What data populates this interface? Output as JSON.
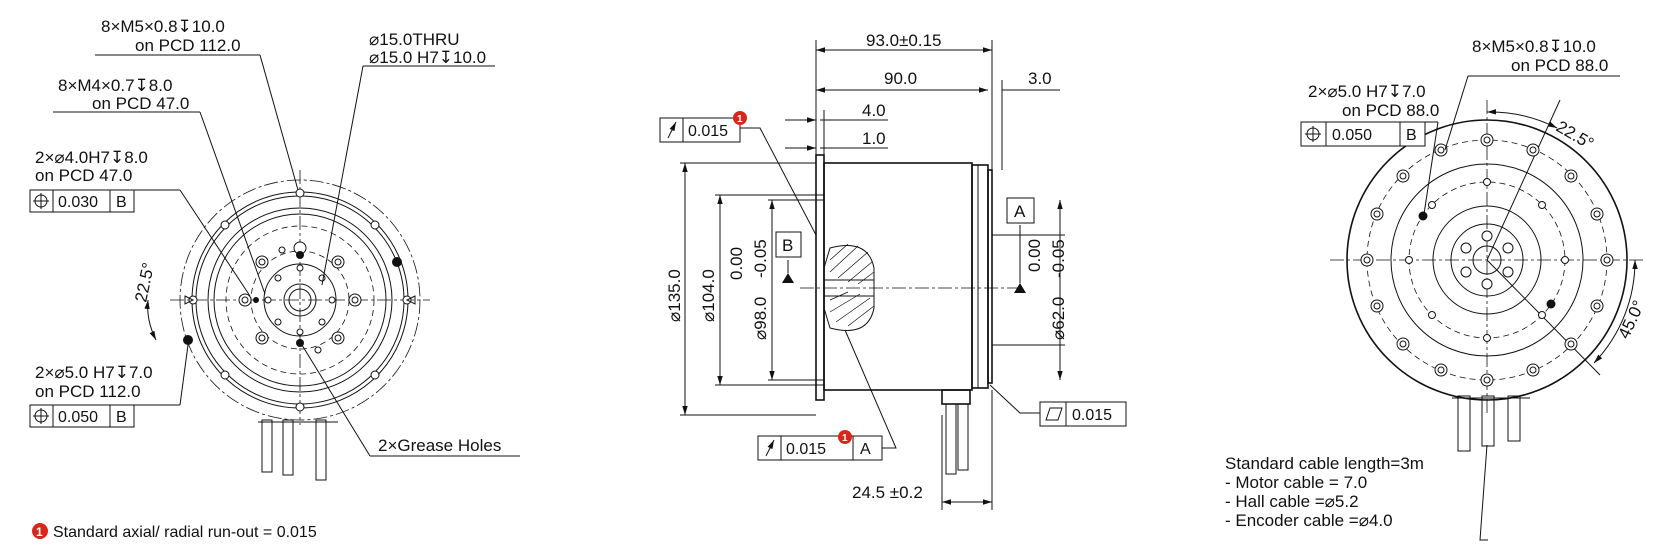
{
  "colors": {
    "line": "#111111",
    "note_badge": "#d9261c",
    "background": "#ffffff"
  },
  "front_view": {
    "m5_label_1": "8×M5×0.8↧10.0",
    "m5_label_2": "on PCD 112.0",
    "m4_label_1": "8×M4×0.7↧8.0",
    "m4_label_2": "on PCD 47.0",
    "thru_label_1": "⌀15.0THRU",
    "thru_label_2": "⌀15.0 H7↧10.0",
    "pin4_label_1": "2×⌀4.0H7↧8.0",
    "pin4_label_2": "on PCD 47.0",
    "pin4_tol": "0.030",
    "pin4_datum": "B",
    "angle": "22.5°",
    "pin5_label_1": "2×⌀5.0 H7↧7.0",
    "pin5_label_2": "on PCD 112.0",
    "pin5_tol": "0.050",
    "pin5_datum": "B",
    "grease": "2×Grease Holes"
  },
  "side_view": {
    "dim_total": "93.0±0.15",
    "dim_body": "90.0",
    "dim_flange": "3.0",
    "dim_4": "4.0",
    "dim_1": "1.0",
    "runout_top_tol": "0.015",
    "datum_b": "B",
    "datum_a": "A",
    "dia_135": "⌀135.0",
    "dia_104": "⌀104.0",
    "dia_98_main": "⌀98.0",
    "dia_98_tol": "-0.05",
    "dia_98_tol_up": "0.00",
    "dia_62_main": "⌀62.0",
    "dia_62_tol": "-0.05",
    "dia_62_tol_up": "0.00",
    "runout_bottom_tol": "0.015",
    "runout_bottom_datum": "A",
    "flatness_tol": "0.015",
    "dim_cable": "24.5 ±0.2"
  },
  "rear_view": {
    "m5_label_1": "8×M5×0.8↧10.0",
    "m5_label_2": "on PCD 88.0",
    "pin_label_1": "2×⌀5.0 H7↧7.0",
    "pin_label_2": "on PCD 88.0",
    "pin_tol": "0.050",
    "pin_datum": "B",
    "angle_1": "22.5°",
    "angle_2": "45.0°",
    "cable_title": "Standard cable length=3m",
    "motor_cable": "- Motor cable =  7.0",
    "hall_cable": "- Hall cable =⌀5.2",
    "encoder_cable": "- Encoder cable =⌀4.0"
  },
  "note": {
    "badge": "1",
    "text": "Standard axial/ radial run-out = 0.015"
  }
}
